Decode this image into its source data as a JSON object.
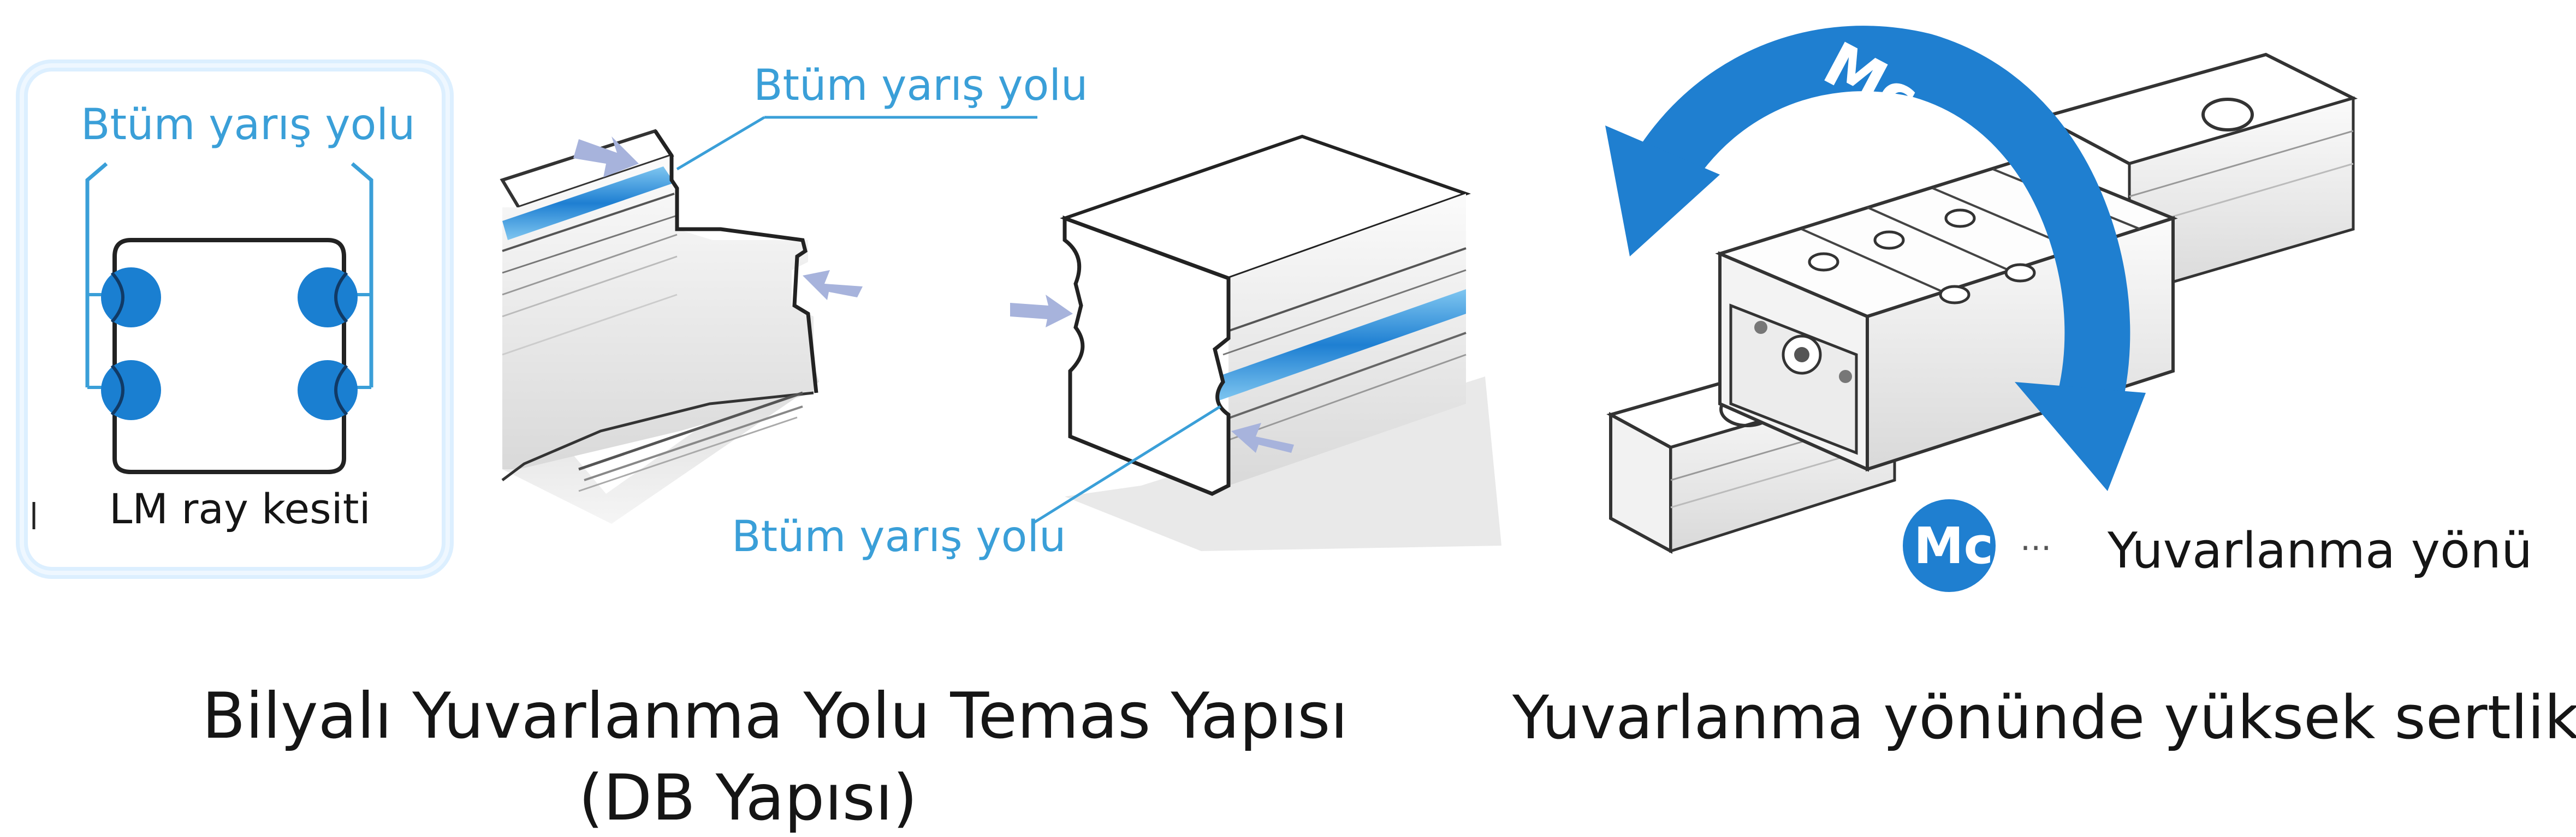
{
  "labels": {
    "raceway_top_left": "Btüm yarış yolu",
    "raceway_top_middle": "Btüm yarış yolu",
    "raceway_bottom_middle": "Btüm yarış yolu",
    "rail_section": "LM ray kesiti",
    "moment_symbol_arrow": "Mc",
    "moment_symbol_legend": "Mc",
    "legend_dots": "···",
    "legend_text": "Yuvarlanma yönü"
  },
  "captions": {
    "left_line1": "Bilyalı Yuvarlanma Yolu Temas Yapısı",
    "left_line2": "(DB Yapısı)",
    "right": "Yuvarlanma yönünde yüksek sertlik"
  },
  "colors": {
    "accent_blue": "#1f7fd0",
    "label_blue": "#3a9fd8",
    "panel_border": "#d6ecfa",
    "arrow_gray": "#a7b3dc",
    "outline": "#2a2a2a"
  },
  "icons": [
    "pointer-arrow-icon",
    "rolling-direction-arrow-icon",
    "mc-badge-icon"
  ]
}
